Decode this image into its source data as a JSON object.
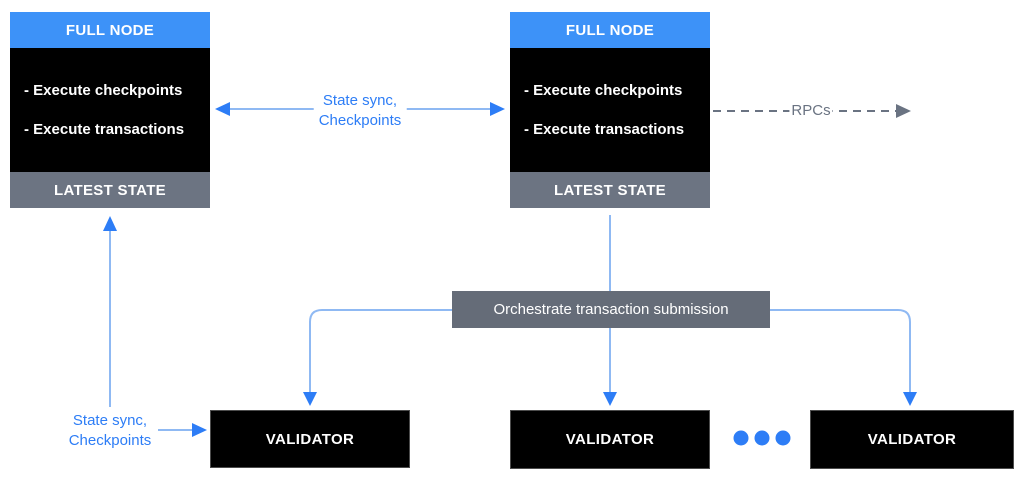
{
  "diagram": {
    "full_nodes": [
      {
        "title": "FULL NODE",
        "items": [
          "- Execute checkpoints",
          "- Execute transactions"
        ],
        "footer": "LATEST STATE"
      },
      {
        "title": "FULL NODE",
        "items": [
          "- Execute checkpoints",
          "- Execute transactions"
        ],
        "footer": "LATEST STATE"
      }
    ],
    "validators": [
      {
        "label": "VALIDATOR"
      },
      {
        "label": "VALIDATOR"
      },
      {
        "label": "VALIDATOR"
      }
    ],
    "labels": {
      "state_sync_top": {
        "line1": "State sync,",
        "line2": "Checkpoints"
      },
      "state_sync_bottom": {
        "line1": "State sync,",
        "line2": "Checkpoints"
      },
      "rpcs": "RPCs",
      "orchestrate": "Orchestrate transaction submission"
    },
    "colors": {
      "header_blue": "#3D92F8",
      "accent_blue": "#2D7DF6",
      "connector_light_blue": "#8FB9F3",
      "slate_gray": "#6C7482",
      "orchestrate_gray": "#656C78",
      "rpc_gray": "#6A7382",
      "box_black": "#000000"
    }
  }
}
